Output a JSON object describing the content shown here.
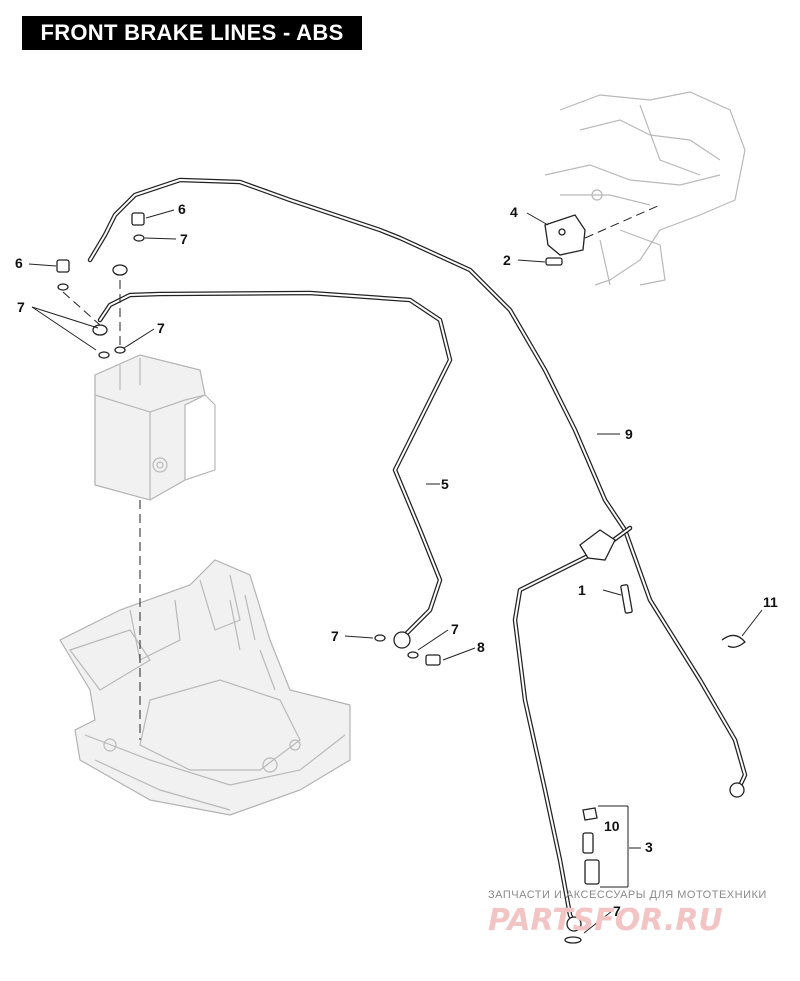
{
  "title": "FRONT BRAKE LINES - ABS",
  "callouts": {
    "c1": "1",
    "c2": "2",
    "c3": "3",
    "c4": "4",
    "c5": "5",
    "c6a": "6",
    "c6b": "6",
    "c7a": "7",
    "c7b": "7",
    "c7c": "7",
    "c7d": "7",
    "c7e": "7",
    "c7f": "7",
    "c8": "8",
    "c9": "9",
    "c10": "10",
    "c11": "11"
  },
  "watermark": {
    "line1": "ЗАПЧАСТИ И АКСЕССУАРЫ ДЛЯ МОТОТЕХНИКИ",
    "line2": "PARTSFOR.RU"
  },
  "colors": {
    "title_bg": "#000000",
    "title_fg": "#ffffff",
    "line": "#222222",
    "ghost": "#b9b9b9",
    "watermark": "#f3c4c4"
  }
}
